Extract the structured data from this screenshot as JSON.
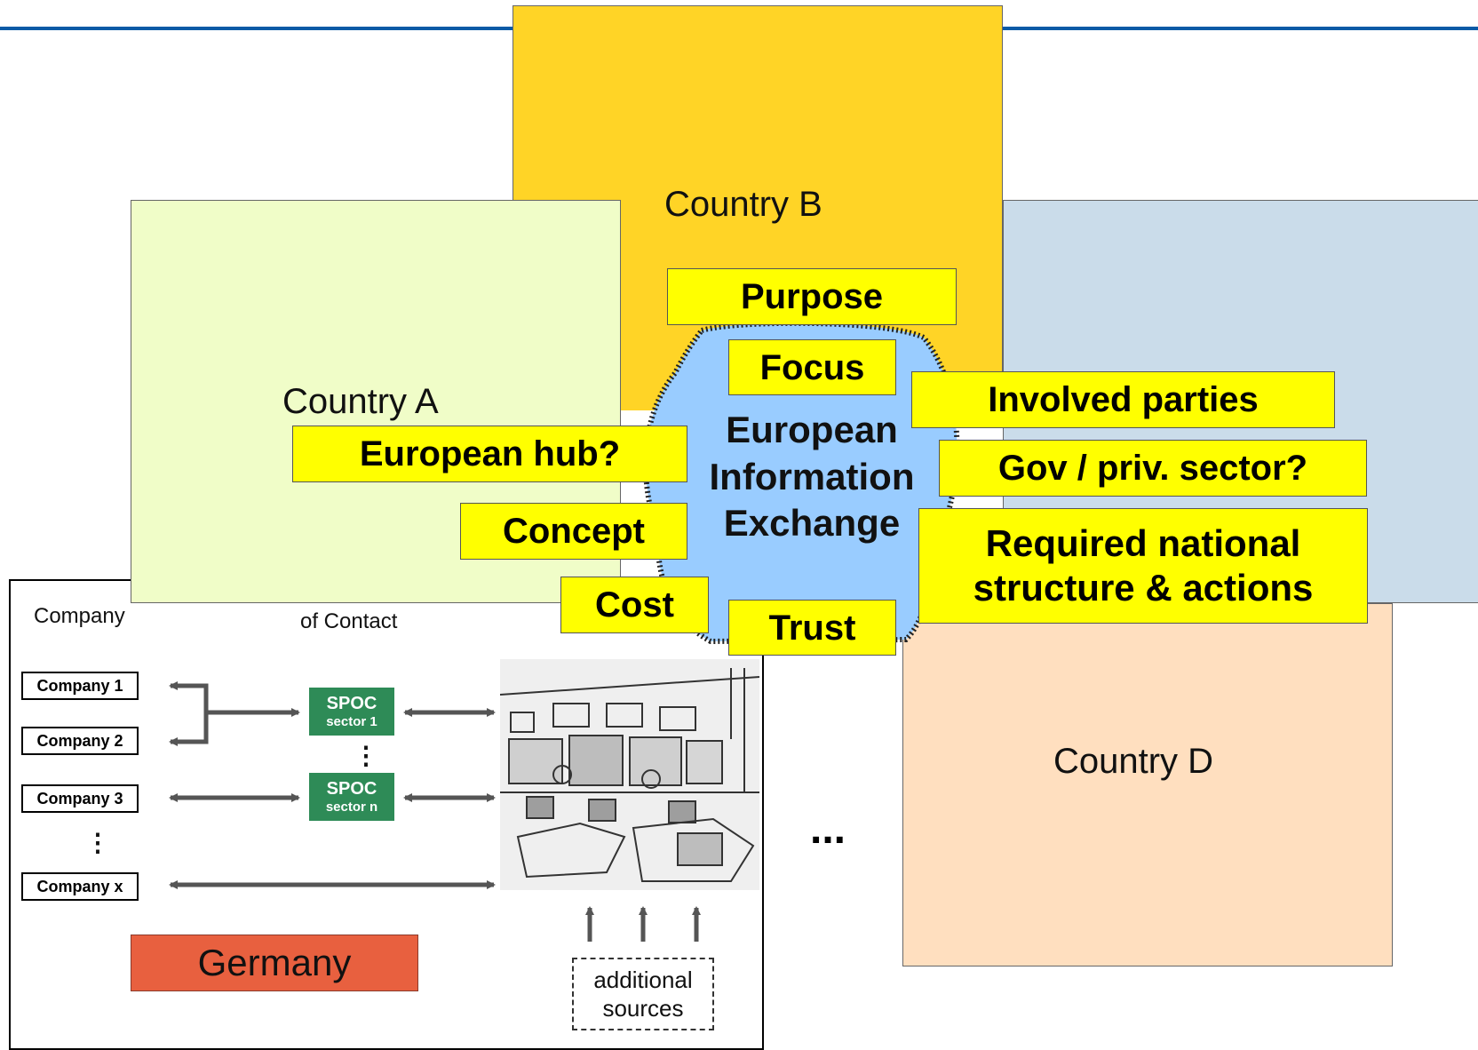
{
  "countries": {
    "a": "Country A",
    "b": "Country B",
    "d": "Country D",
    "germany": "Germany"
  },
  "hub_title": [
    "European",
    "Information",
    "Exchange"
  ],
  "topics": {
    "purpose": "Purpose",
    "focus": "Focus",
    "involved": "Involved parties",
    "european_hub": "European hub?",
    "gov_priv": "Gov / priv. sector?",
    "concept": "Concept",
    "required": [
      "Required national",
      "structure & actions"
    ],
    "cost": "Cost",
    "trust": "Trust"
  },
  "germany_panel": {
    "col_company": "Company",
    "col_spoc": "of Contact",
    "companies": [
      "Company 1",
      "Company 2",
      "Company 3",
      "Company x"
    ],
    "vdots": "⋮",
    "spocs": [
      {
        "name": "SPOC",
        "sector": "sector 1"
      },
      {
        "name": "SPOC",
        "sector": "sector n"
      }
    ],
    "additional_sources": [
      "additional",
      "sources"
    ]
  },
  "ellipsis": "...",
  "colors": {
    "country_a": "#f0fdc8",
    "country_b": "#ffd426",
    "country_c": "#cadcea",
    "country_d": "#ffdfbf",
    "germany": "#e8603f",
    "hub": "#99ccff",
    "label": "#ffff00",
    "spoc": "#2e8b57"
  }
}
